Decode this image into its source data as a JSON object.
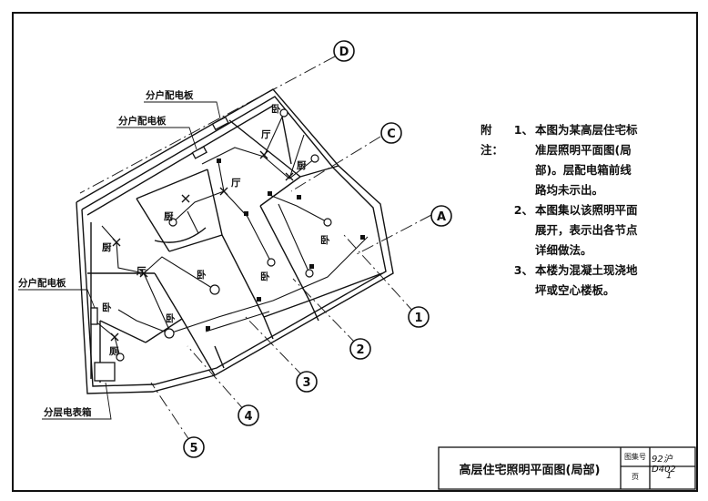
{
  "axis_labels": {
    "D": "D",
    "C": "C",
    "A": "A",
    "n1": "1",
    "n2": "2",
    "n3": "3",
    "n4": "4",
    "n5": "5"
  },
  "callouts": {
    "panel_top": "分户配电板",
    "panel_mid": "分户配电板",
    "panel_left": "分户配电板",
    "meter_box": "分层电表箱"
  },
  "rooms": {
    "ting_top": "厅",
    "ting_mid": "厅",
    "ting_left": "厅",
    "chu_top": "厨",
    "chu_mid": "厨",
    "chu_left": "厨",
    "wo_1": "卧",
    "wo_2": "卧",
    "wo_3": "卧",
    "wo_4": "卧",
    "wo_5": "卧",
    "wo_6": "卧",
    "ce": "厕"
  },
  "notes": {
    "heading": "附注：",
    "items": [
      {
        "num": "1、",
        "lines": [
          "本图为某高层住宅标",
          "准层照明平面图(局",
          "部)。层配电箱前线",
          "路均未示出。"
        ]
      },
      {
        "num": "2、",
        "lines": [
          "本图集以该照明平面",
          "展开，表示出各节点",
          "详细做法。"
        ]
      },
      {
        "num": "3、",
        "lines": [
          "本楼为混凝土现浇地",
          "坪或空心楼板。"
        ]
      }
    ]
  },
  "title_block": {
    "title": "高层住宅照明平面图(局部)",
    "atlas_label": "图集号",
    "atlas_value": "92沪D402",
    "page_label": "页",
    "page_value": "1"
  }
}
